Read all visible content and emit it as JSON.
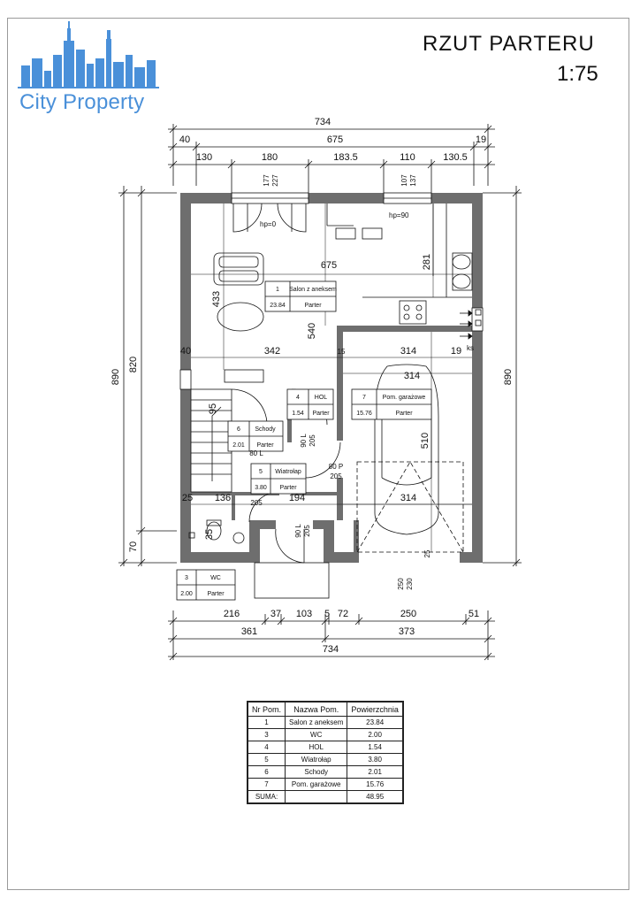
{
  "header": {
    "brand": "City Property",
    "title": "RZUT  PARTERU",
    "scale": "1:75"
  },
  "dimensions": {
    "top_total": "734",
    "top_row2": [
      "40",
      "675",
      "19"
    ],
    "top_row3": [
      "130",
      "180",
      "183.5",
      "110",
      "130.5"
    ],
    "window1_small": [
      "177",
      "227"
    ],
    "window2_small": [
      "107",
      "137"
    ],
    "bottom_row1": [
      "216",
      "37",
      "103",
      "5",
      "72",
      "250",
      "51"
    ],
    "bottom_row2": [
      "361",
      "373"
    ],
    "bottom_total": "734",
    "left_outer": "890",
    "left_inner": "820",
    "left_bottom": "70",
    "right_outer": "890",
    "interior": {
      "d675": "675",
      "d281": "281",
      "d433": "433",
      "d540": "540",
      "d40": "40",
      "d342": "342",
      "d15a": "15",
      "d314a": "314",
      "d19": "19",
      "d314b": "314",
      "d510": "510",
      "d95": "95",
      "d25": "25",
      "d136": "136",
      "d194": "194",
      "d314c": "314",
      "d35": "35",
      "d250a": "250",
      "d230": "230",
      "d25b": "25"
    },
    "hp0": "hp=0",
    "hp90": "hp=90",
    "ks": "ks",
    "doors": {
      "d1": "90 L",
      "d1b": "205",
      "d2": "80 L",
      "d2b": "205",
      "d3": "80 P",
      "d3b": "205",
      "d4": "90 L",
      "d4b": "205"
    }
  },
  "room_tags": [
    {
      "nr": "1",
      "name": "Salon z aneksem",
      "area": "23.84",
      "level": "Parter"
    },
    {
      "nr": "4",
      "name": "HOL",
      "area": "1.54",
      "level": "Parter"
    },
    {
      "nr": "7",
      "name": "Pom. garażowe",
      "area": "15.76",
      "level": "Parter"
    },
    {
      "nr": "6",
      "name": "Schody",
      "area": "2.01",
      "level": "Parter"
    },
    {
      "nr": "5",
      "name": "Wiatrołap",
      "area": "3.80",
      "level": "Parter"
    },
    {
      "nr": "3",
      "name": "WC",
      "area": "2.00",
      "level": "Parter"
    }
  ],
  "room_table": {
    "headers": [
      "Nr Pom.",
      "Nazwa Pom.",
      "Powierzchnia"
    ],
    "rows": [
      [
        "1",
        "Salon z aneksem",
        "23.84"
      ],
      [
        "3",
        "WC",
        "2.00"
      ],
      [
        "4",
        "HOL",
        "1.54"
      ],
      [
        "5",
        "Wiatrołap",
        "3.80"
      ],
      [
        "6",
        "Schody",
        "2.01"
      ],
      [
        "7",
        "Pom. garażowe",
        "15.76"
      ]
    ],
    "sum_label": "SUMA:",
    "sum_value": "48.95"
  },
  "colors": {
    "wall": "#6e6e6e",
    "brand": "#4a90d9"
  }
}
